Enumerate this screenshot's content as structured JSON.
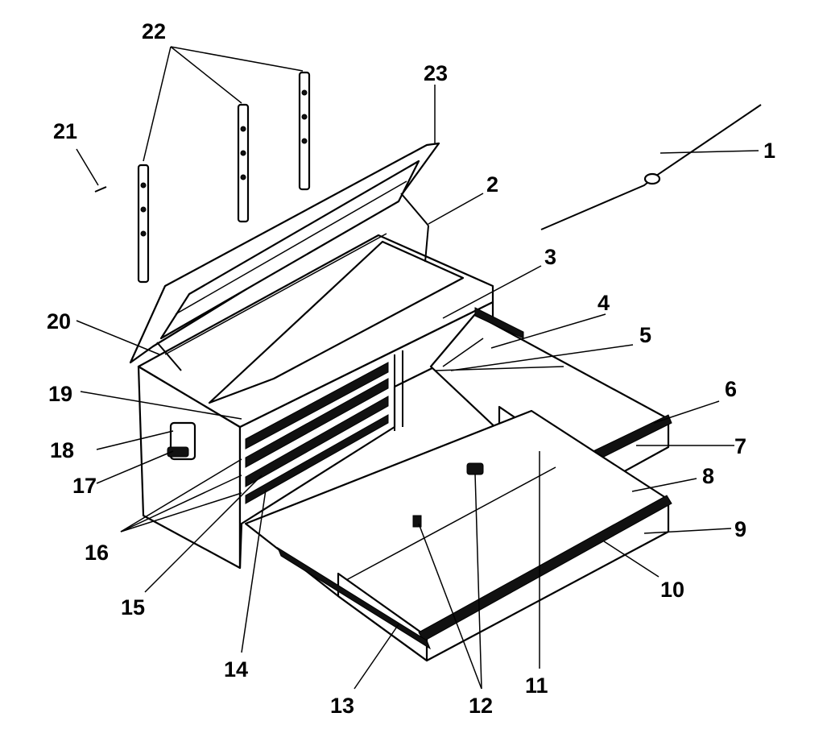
{
  "diagram": {
    "callouts": [
      {
        "id": "1",
        "text": "1"
      },
      {
        "id": "2",
        "text": "2"
      },
      {
        "id": "3",
        "text": "3"
      },
      {
        "id": "4",
        "text": "4"
      },
      {
        "id": "5",
        "text": "5"
      },
      {
        "id": "6",
        "text": "6"
      },
      {
        "id": "7",
        "text": "7"
      },
      {
        "id": "8",
        "text": "8"
      },
      {
        "id": "9",
        "text": "9"
      },
      {
        "id": "10",
        "text": "10"
      },
      {
        "id": "11",
        "text": "11"
      },
      {
        "id": "12",
        "text": "12"
      },
      {
        "id": "13",
        "text": "13"
      },
      {
        "id": "14",
        "text": "14"
      },
      {
        "id": "15",
        "text": "15"
      },
      {
        "id": "16",
        "text": "16"
      },
      {
        "id": "17",
        "text": "17"
      },
      {
        "id": "18",
        "text": "18"
      },
      {
        "id": "19",
        "text": "19"
      },
      {
        "id": "20",
        "text": "20"
      },
      {
        "id": "21",
        "text": "21"
      },
      {
        "id": "22",
        "text": "22"
      },
      {
        "id": "23",
        "text": "23"
      }
    ]
  }
}
